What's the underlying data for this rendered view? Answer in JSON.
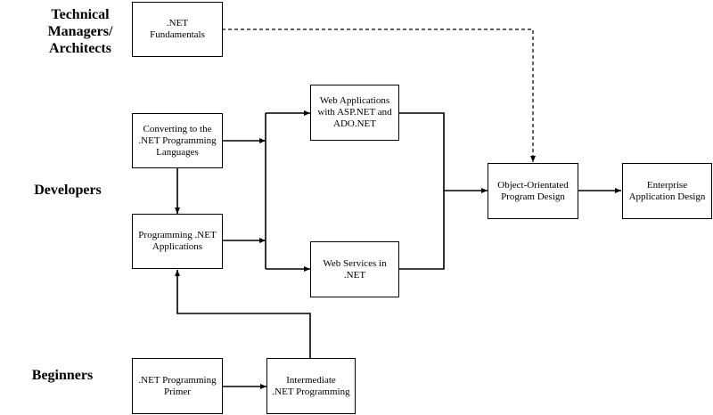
{
  "audiences": {
    "technical": "Technical\nManagers/\nArchitects",
    "developers": "Developers",
    "beginners": "Beginners"
  },
  "courses": {
    "net_fundamentals": ".NET\nFundamentals",
    "converting": "Converting to the\n.NET Programming\nLanguages",
    "programming_net_apps": "Programming .NET\nApplications",
    "web_apps": "Web Applications\nwith ASP.NET and\nADO.NET",
    "web_services": "Web Services in\n.NET",
    "oo_design": "Object-Orientated\nProgram Design",
    "enterprise_design": "Enterprise\nApplication Design",
    "primer": ".NET Programming\nPrimer",
    "intermediate": "Intermediate\n.NET Programming"
  }
}
